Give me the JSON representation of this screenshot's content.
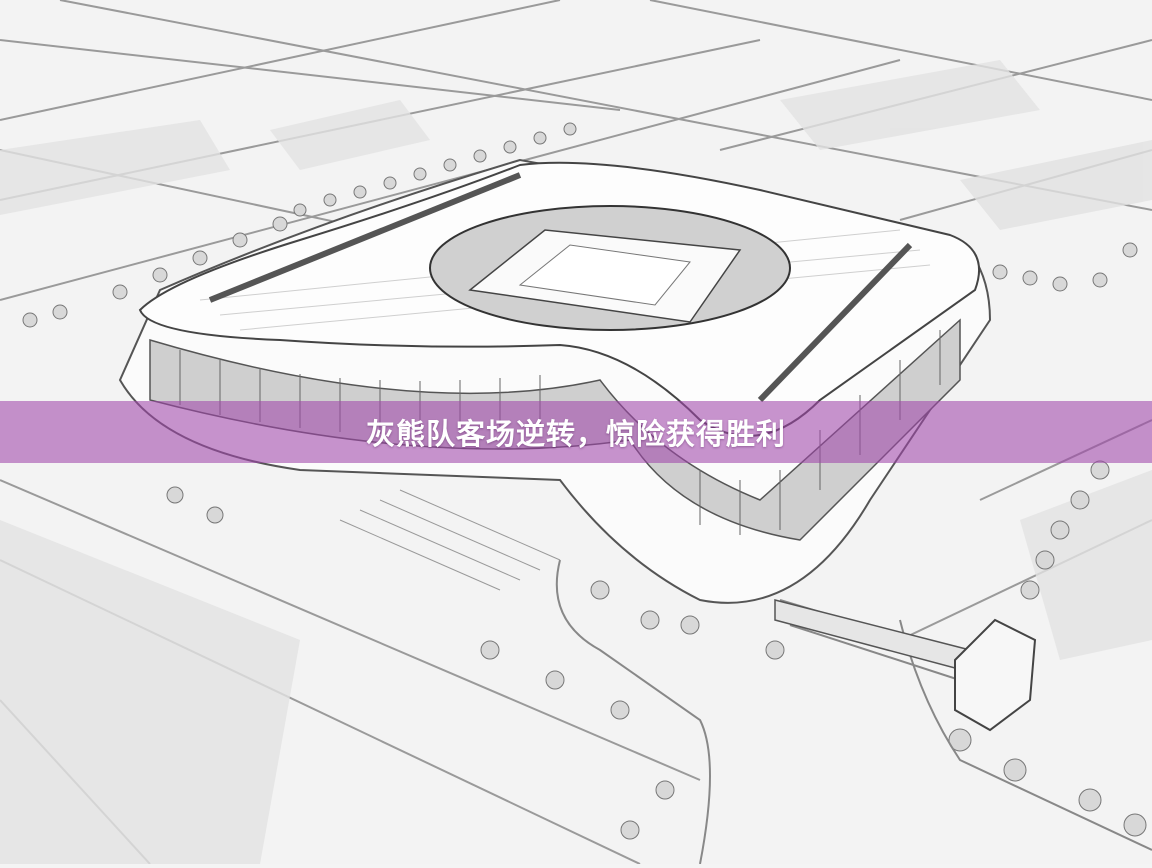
{
  "image": {
    "description": "Black-and-white architectural sketch of a stadium surrounded by grid farmland and tree-lined roads",
    "subject": "stadium-sketch"
  },
  "banner": {
    "headline": "灰熊队客场逆转，惊险获得胜利",
    "background_color": "#A046AA",
    "text_color": "#FFFFFF"
  }
}
